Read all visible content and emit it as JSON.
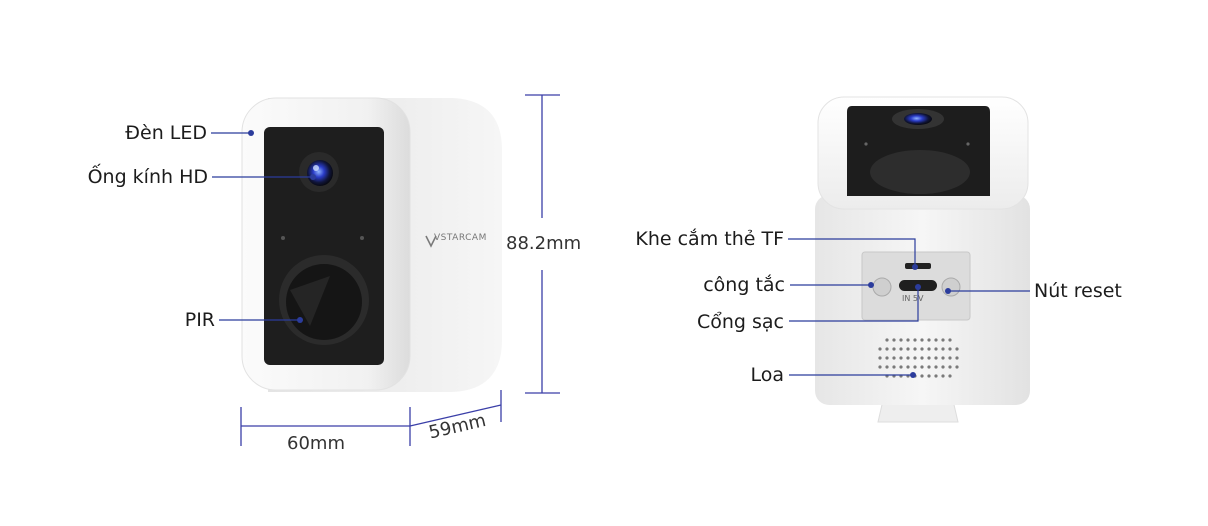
{
  "front_view": {
    "labels": {
      "led": "Đèn LED",
      "lens": "Ống kính HD",
      "pir": "PIR"
    },
    "brand": "VSTARCAM",
    "dimensions": {
      "height": "88.2mm",
      "width": "60mm",
      "depth": "59mm"
    }
  },
  "back_view": {
    "labels": {
      "tf_slot": "Khe cắm thẻ TF",
      "switch": "công tắc",
      "charge_port": "Cổng sạc",
      "speaker": "Loa",
      "reset": "Nút reset"
    },
    "port_marking": "IN 5V"
  },
  "colors": {
    "callout_line": "#2b3c9c",
    "dimension_line": "#3a3fa8",
    "camera_body": "#f4f4f4",
    "camera_face": "#1e1e1e"
  }
}
